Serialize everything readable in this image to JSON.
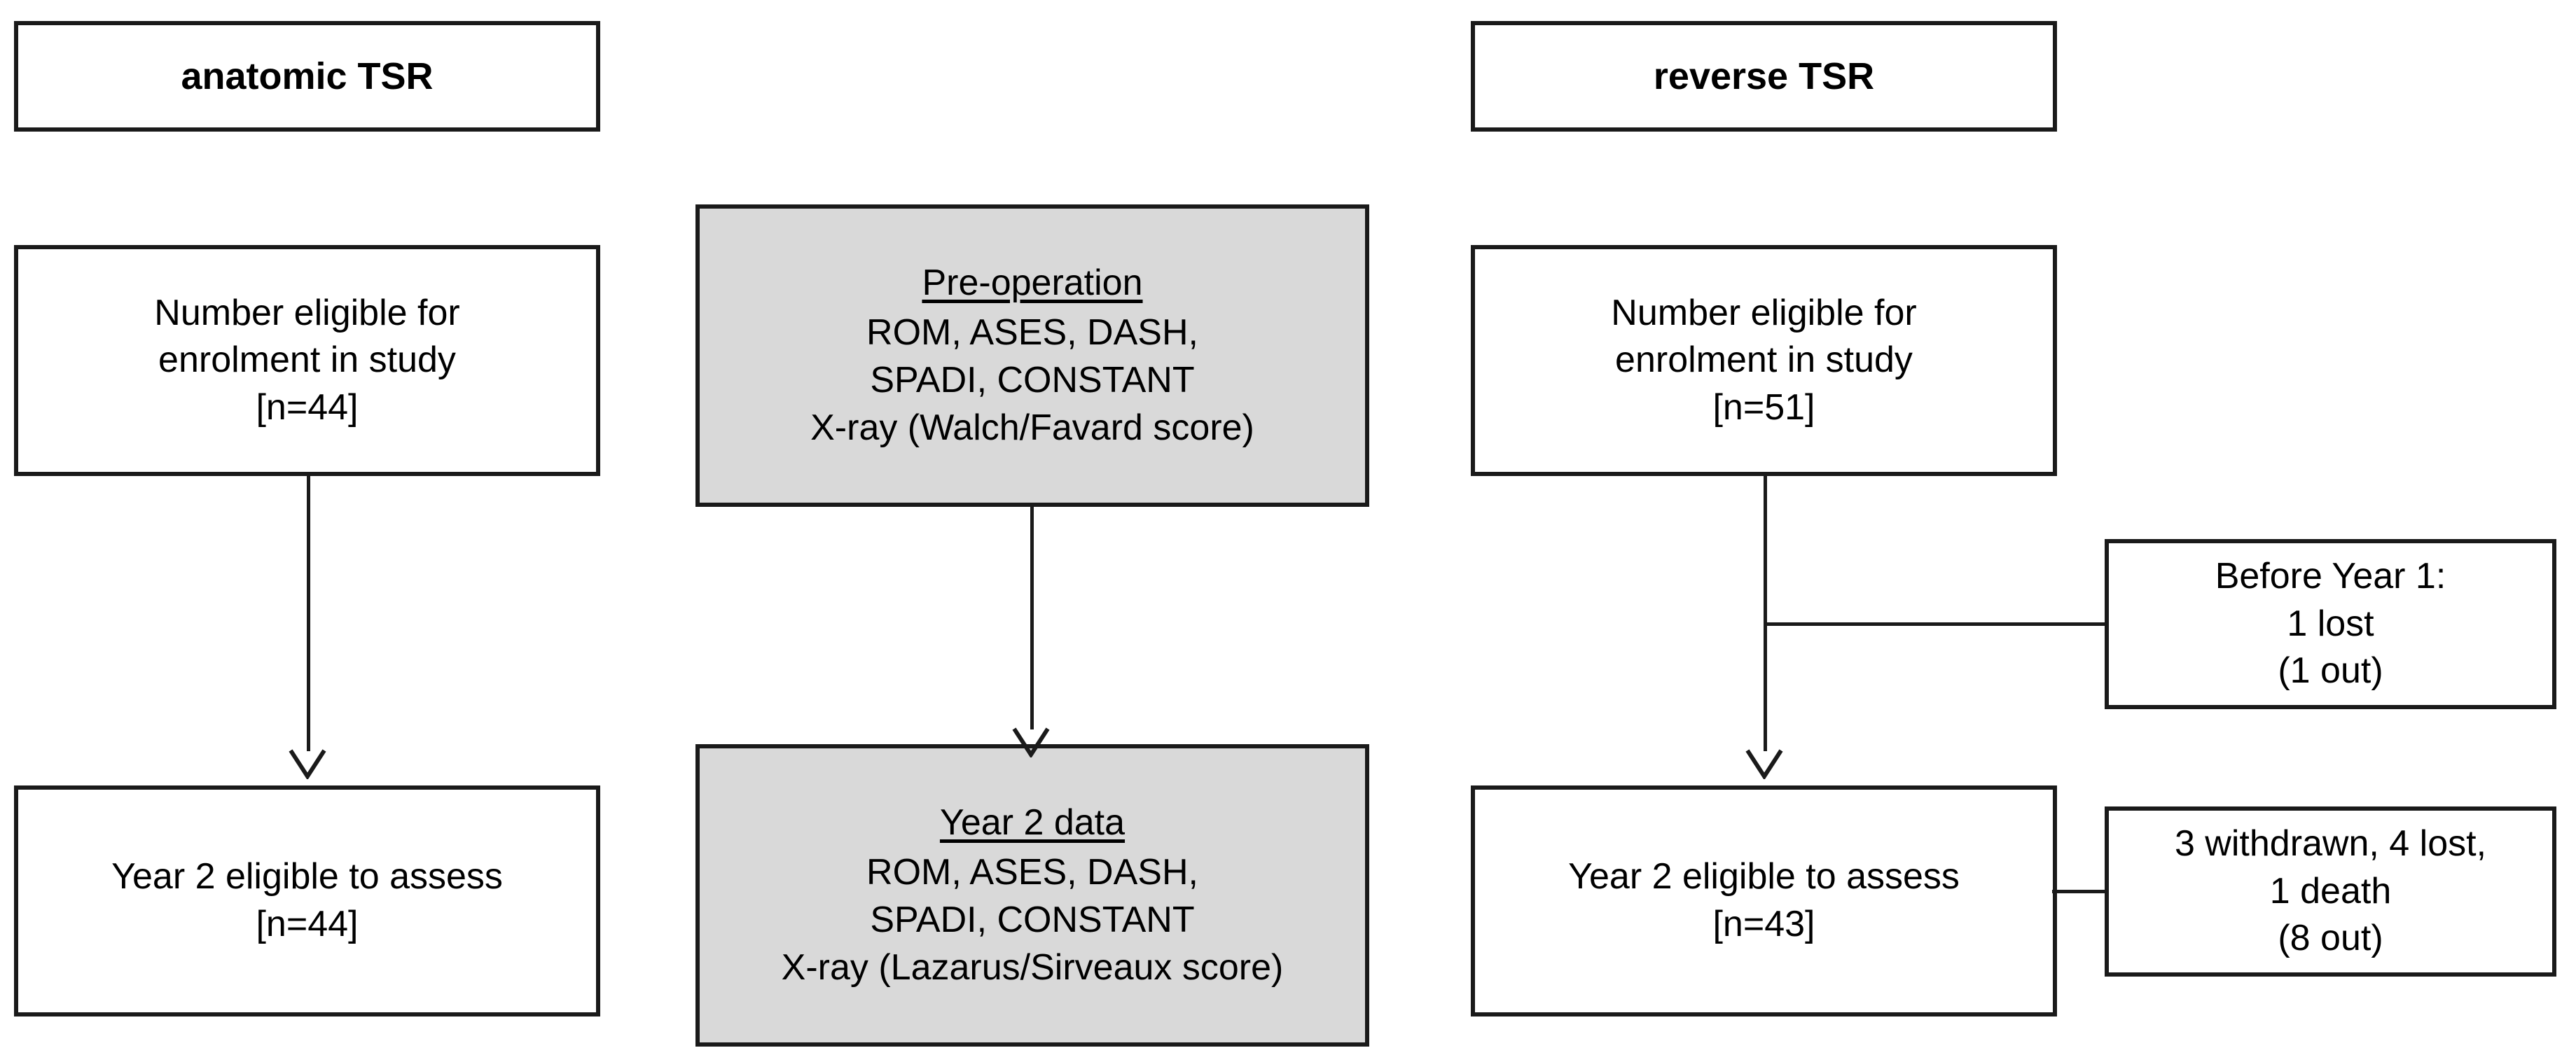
{
  "diagram": {
    "title_hidden": "",
    "colors": {
      "line": "#1a1a1a",
      "box_fill": "#ffffff",
      "highlight_fill": "#d9d9d9",
      "text": "#000000"
    },
    "headers": {
      "left": "anatomic TSR",
      "right": "reverse TSR"
    },
    "left_column": {
      "eligible": {
        "line1": "Number eligible for",
        "line2": "enrolment in study",
        "line3": "[n=44]"
      },
      "year2": {
        "line1": "Year 2 eligible to assess",
        "line2": "[n=44]"
      }
    },
    "middle_column": {
      "pre_operation": {
        "heading": "Pre-operation",
        "line1": "ROM, ASES, DASH,",
        "line2": "SPADI, CONSTANT",
        "line3": "X-ray (Walch/Favard score)"
      },
      "year2_data": {
        "heading": "Year 2 data",
        "line1": "ROM, ASES, DASH,",
        "line2": "SPADI, CONSTANT",
        "line3": "X-ray (Lazarus/Sirveaux score)"
      }
    },
    "right_column": {
      "eligible": {
        "line1": "Number eligible for",
        "line2": "enrolment in study",
        "line3": "[n=51]"
      },
      "year2": {
        "line1": "Year 2 eligible to assess",
        "line2": "[n=43]"
      }
    },
    "dropouts": {
      "before_year1": {
        "line1": "Before Year 1:",
        "line2": "1 lost",
        "line3": "(1 out)"
      },
      "by_year2": {
        "line1": "3 withdrawn, 4 lost,",
        "line2": "1 death",
        "line3": "(8 out)"
      }
    },
    "icons": {
      "arrow_down": "arrow-down-icon"
    }
  },
  "chart_data": {
    "type": "diagram",
    "title": "Patient flow: anatomic TSR vs reverse TSR",
    "groups": [
      {
        "name": "anatomic TSR",
        "eligible_for_enrolment": 44,
        "year2_eligible_to_assess": 44,
        "dropouts_before_year1": 0,
        "dropouts_by_year2": 0
      },
      {
        "name": "reverse TSR",
        "eligible_for_enrolment": 51,
        "year2_eligible_to_assess": 43,
        "dropouts_before_year1": 1,
        "dropouts_by_year2": 8
      }
    ],
    "assessments": {
      "pre_operation": [
        "ROM",
        "ASES",
        "DASH",
        "SPADI",
        "CONSTANT",
        "X-ray (Walch/Favard score)"
      ],
      "year_2": [
        "ROM",
        "ASES",
        "DASH",
        "SPADI",
        "CONSTANT",
        "X-ray (Lazarus/Sirveaux score)"
      ]
    }
  }
}
